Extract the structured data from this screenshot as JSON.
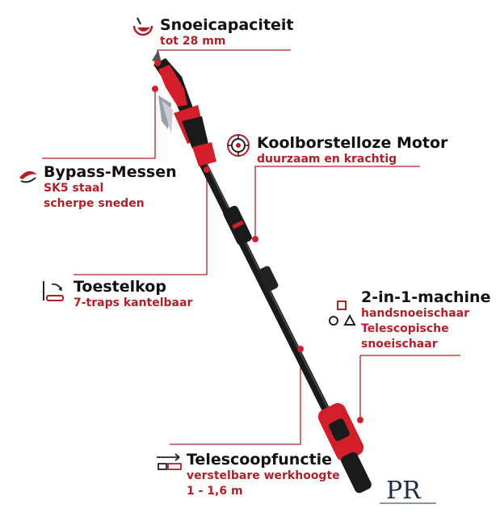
{
  "features": {
    "cutting_capacity": {
      "title": "Snoeicapaciteit",
      "lines": [
        "tot 28 mm"
      ],
      "icon": "branch-cut-icon"
    },
    "motor": {
      "title": "Koolborstelloze Motor",
      "lines": [
        "duurzaam en krachtig"
      ],
      "icon": "motor-rotor-icon"
    },
    "blades": {
      "title": "Bypass-Messen",
      "lines": [
        "SK5 staal",
        "scherpe sneden"
      ],
      "icon": "blade-icon"
    },
    "head": {
      "title": "Toestelkop",
      "lines": [
        "7-traps kantelbaar"
      ],
      "icon": "tilt-head-icon"
    },
    "machine": {
      "title": "2-in-1-machine",
      "lines": [
        "handsnoeischaar",
        "Telescopische",
        "snoeischaar"
      ],
      "icon": "shapes-icon"
    },
    "telescopic": {
      "title": "Telescoopfunctie",
      "lines": [
        "verstelbare werkhoogte",
        "1 - 1,6 m"
      ],
      "icon": "telescope-slide-icon"
    }
  },
  "logo": {
    "text": "PR"
  },
  "colors": {
    "accent": "#b0202a",
    "line": "#b0202a",
    "tool_red": "#d21f2b",
    "tool_black": "#1a1a1a"
  }
}
